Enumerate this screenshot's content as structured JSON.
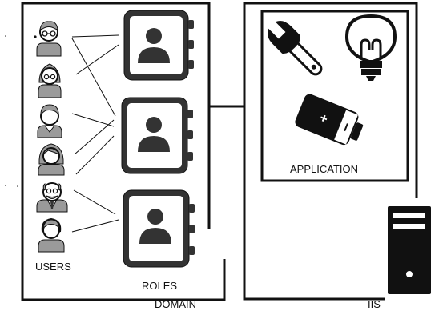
{
  "labels": {
    "users": "USERS",
    "roles": "ROLES",
    "domain": "DOMAIN",
    "application": "APPLICATION",
    "iis": "IIS"
  },
  "icons": {
    "users": [
      "user-glasses-icon",
      "user-female-glasses-icon",
      "user-male-icon",
      "user-female-icon",
      "user-elder-tie-icon",
      "user-headset-icon"
    ],
    "roles": [
      "contact-book-icon",
      "contact-book-icon",
      "contact-book-icon"
    ],
    "application": [
      "wrench-icon",
      "lightbulb-icon",
      "battery-icon"
    ],
    "server": "server-tower-icon"
  },
  "colors": {
    "stroke": "#111111",
    "icon_gray": "#9a9a9a",
    "background": "#ffffff"
  }
}
